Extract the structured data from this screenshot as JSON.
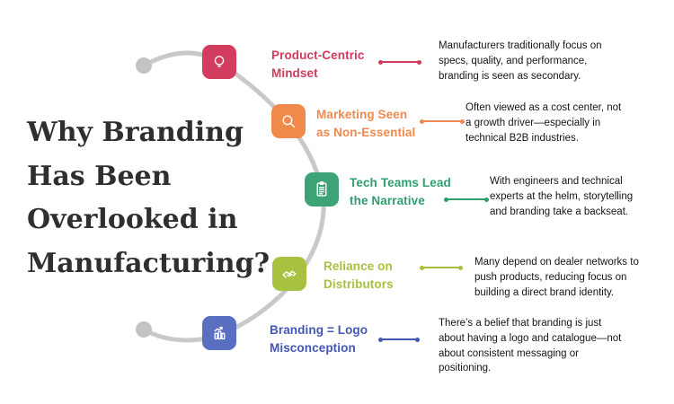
{
  "title": "Why Branding\nHas Been\nOverlooked in\nManufacturing?",
  "timeline": {
    "line_color": "#c9c9c9",
    "dot_color": "#c3c3c3"
  },
  "items": [
    {
      "icon": "lightbulb-icon",
      "color": "#d23a5c",
      "icon_color": "#d23c5f",
      "title": "Product-Centric\nMindset",
      "description": "Manufacturers traditionally focus on\nspecs, quality, and performance,\nbranding is seen as secondary."
    },
    {
      "icon": "magnifier-icon",
      "color": "#ee8a4d",
      "icon_color": "#ef8a4b",
      "title": "Marketing Seen\nas Non-Essential",
      "description": "Often viewed as a cost center, not\na growth driver—especially in\ntechnical B2B industries."
    },
    {
      "icon": "checklist-icon",
      "color": "#2f9e6e",
      "icon_color": "#3da276",
      "title": "Tech Teams Lead\nthe Narrative",
      "description": "With engineers and technical\nexperts at the helm, storytelling\nand branding take a backseat."
    },
    {
      "icon": "handshake-icon",
      "color": "#a6c13e",
      "icon_color": "#a7c240",
      "title": "Reliance on\nDistributors",
      "description": "Many depend on dealer networks to\npush products, reducing focus on\nbuilding a direct brand identity."
    },
    {
      "icon": "bar-chart-icon",
      "color": "#4456b4",
      "icon_color": "#5b6fc0",
      "title": "Branding = Logo\nMisconception",
      "description": "There’s a belief that branding is just\nabout having a logo and catalogue—not\nabout consistent messaging or\npositioning."
    }
  ]
}
